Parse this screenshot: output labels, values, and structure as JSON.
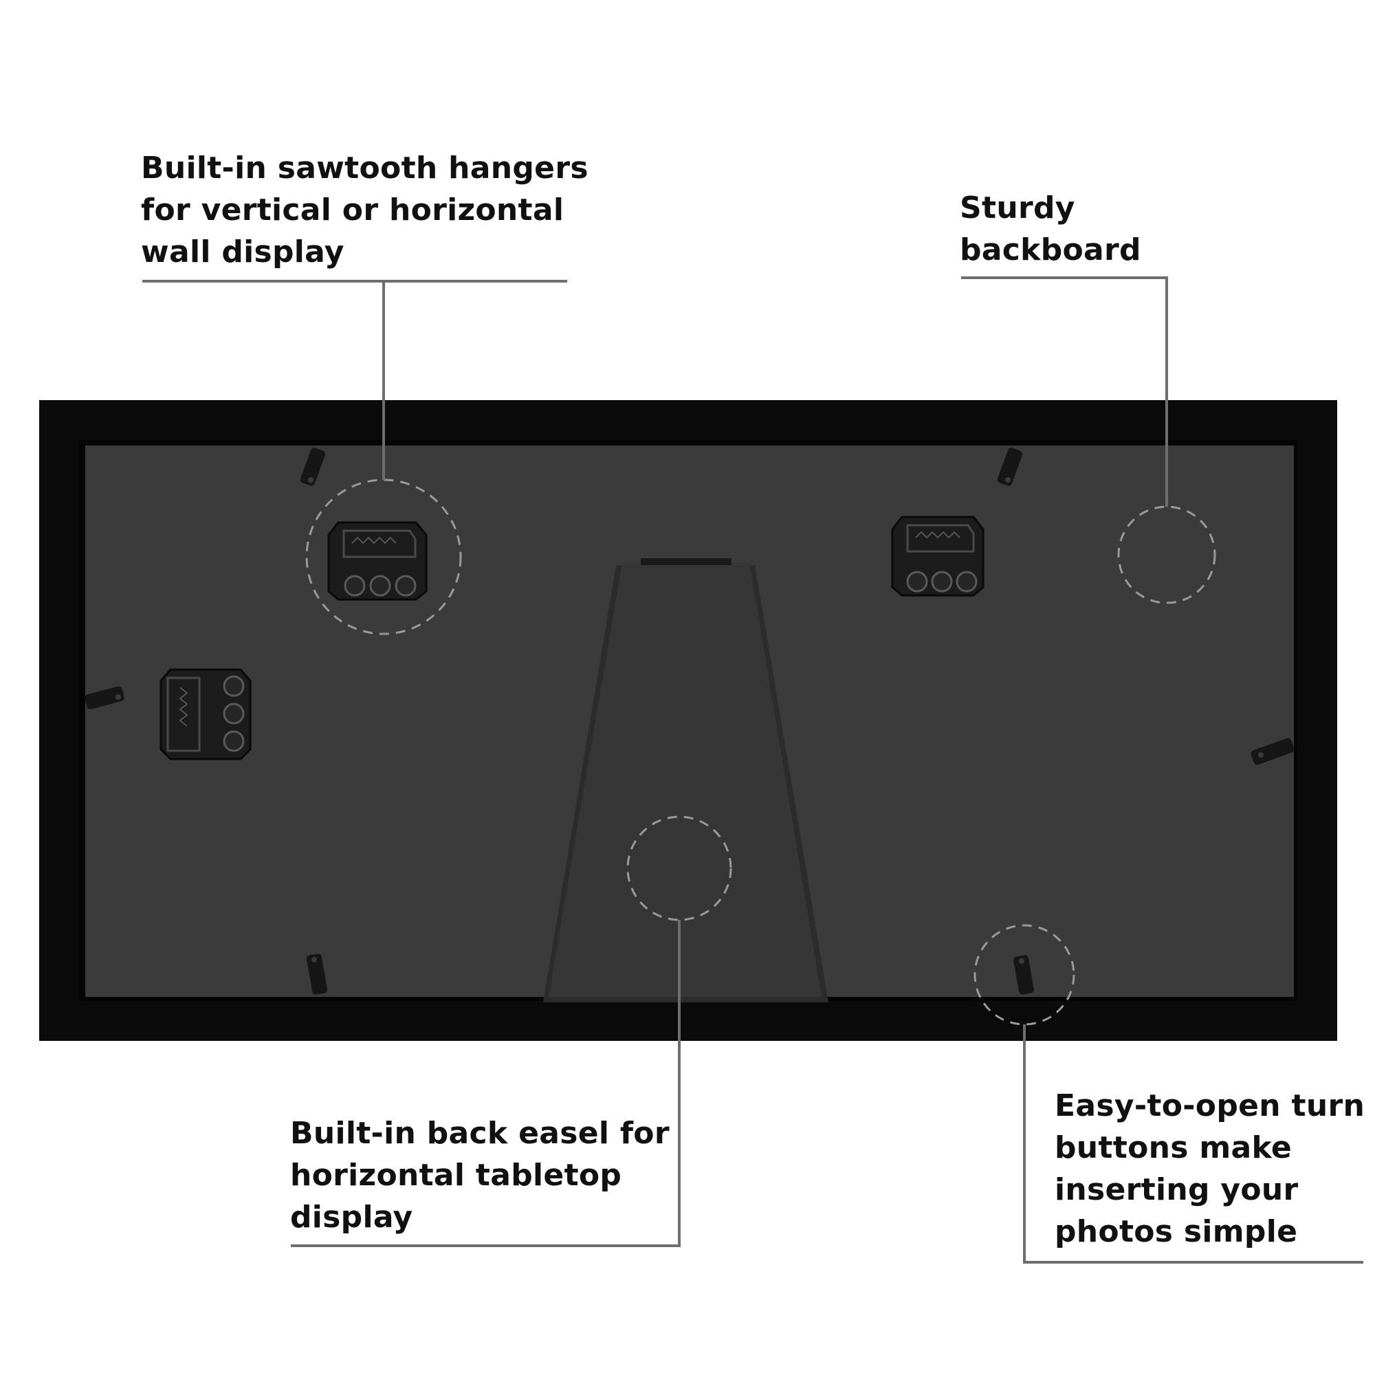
{
  "callouts": {
    "sawtooth": {
      "lines": [
        "Built-in sawtooth hangers",
        "for vertical or horizontal",
        "wall display"
      ]
    },
    "backboard": {
      "lines": [
        "Sturdy",
        "backboard"
      ]
    },
    "easel": {
      "lines": [
        "Built-in back easel for",
        "horizontal tabletop",
        "display"
      ]
    },
    "turn_buttons": {
      "lines": [
        "Easy-to-open turn",
        "buttons make",
        "inserting your",
        "photos simple"
      ]
    }
  },
  "colors": {
    "background": "#ffffff",
    "frame": "#0d0d0d",
    "backboard": "#3a3a3a",
    "easel": "#333333",
    "leader_line": "#6e6e6e",
    "dashed_circle": "#9a9a9a",
    "text": "#111111"
  }
}
